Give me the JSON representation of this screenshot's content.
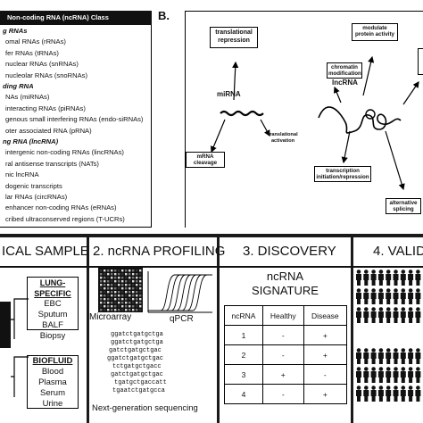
{
  "panel_a": {
    "header": "Non-coding RNA (ncRNA) Class",
    "rows": [
      {
        "text": "g RNAs",
        "style": "bi"
      },
      {
        "text": "omal RNAs (rRNAs)",
        "style": ""
      },
      {
        "text": "fer RNAs (tRNAs)",
        "style": ""
      },
      {
        "text": "nuclear RNAs (snRNAs)",
        "style": ""
      },
      {
        "text": "nucleolar RNAs (snoRNAs)",
        "style": ""
      },
      {
        "text": "ding RNA",
        "style": "bi"
      },
      {
        "text": "NAs (miRNAs)",
        "style": ""
      },
      {
        "text": "interacting RNAs (piRNAs)",
        "style": ""
      },
      {
        "text": "genous small interfering RNAs (endo-siRNAs)",
        "style": ""
      },
      {
        "text": "oter associated RNA (pRNA)",
        "style": ""
      },
      {
        "text": "ng RNA (lncRNA)",
        "style": "bi"
      },
      {
        "text": "intergenic non-coding RNAs (lincRNAs)",
        "style": ""
      },
      {
        "text": "ral antisense transcripts (NATs)",
        "style": ""
      },
      {
        "text": "nic lncRNA",
        "style": ""
      },
      {
        "text": "dogenic transcripts",
        "style": ""
      },
      {
        "text": "lar RNAs (circRNAs)",
        "style": ""
      },
      {
        "text": "enhancer non-coding RNAs (eRNAs)",
        "style": ""
      },
      {
        "text": "cribed ultraconserved regions (T-UCRs)",
        "style": ""
      }
    ]
  },
  "panel_b": {
    "letter": "B.",
    "mirna": "miRNA",
    "lncrna": "lncRNA",
    "translational_repression": "translational repression",
    "mrna_cleavage": "mRNA cleavage",
    "translational_activation": "translational activation",
    "modulate_protein": "modulate protein activity",
    "chromatin": "chromatin modification",
    "transcription": "transcription initiation/repression",
    "alt_splicing": "alternative splicing"
  },
  "steps": {
    "s1_title": "ICAL SAMPLE",
    "s2_title": "2. ncRNA PROFILING",
    "s3_title": "3. DISCOVERY",
    "s4_title": "4. VALID",
    "lung_title": "LUNG-SPECIFIC",
    "lung_items": [
      "EBC",
      "Sputum",
      "BALF",
      "Biopsy"
    ],
    "bio_title": "BIOFLUID",
    "bio_items": [
      "Blood",
      "Plasma",
      "Serum",
      "Urine"
    ],
    "microarray": "Microarray",
    "qpcr": "qPCR",
    "sequences": [
      "ggatctgatgctga",
      "ggatctgatgctga",
      "gatctgatgctgac",
      "ggatctgatgctgac",
      "tctgatgctgacc",
      "gatctgatgctgac",
      "tgatgctgaccatt",
      "tgaatctgatgcca"
    ],
    "ngs": "Next-generation sequencing",
    "signature_line1": "ncRNA",
    "signature_line2": "SIGNATURE",
    "table_headers": [
      "ncRNA",
      "Healthy",
      "Disease"
    ],
    "table_rows": [
      [
        "1",
        "-",
        "+"
      ],
      [
        "2",
        "-",
        "+"
      ],
      [
        "3",
        "+",
        "-"
      ],
      [
        "4",
        "-",
        "+"
      ]
    ]
  }
}
